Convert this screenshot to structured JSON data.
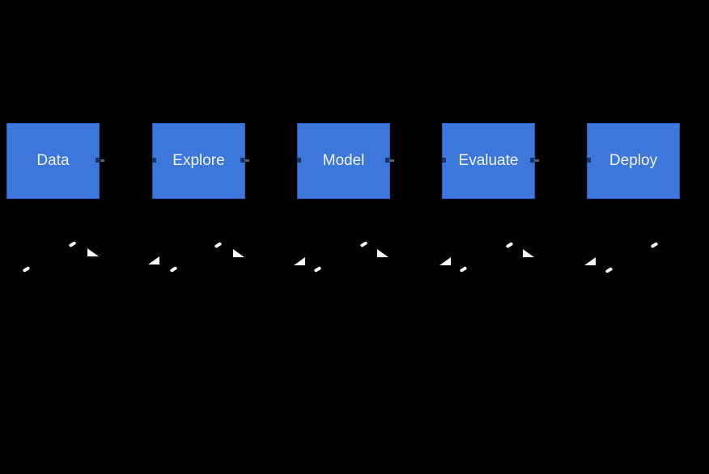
{
  "diagram": {
    "type": "flowchart",
    "direction": "left-to-right",
    "background_color": "#000000",
    "node_fill_color": "#3c78db",
    "node_border_color": "#2a5cb8",
    "node_text_color": "#f2f2f2",
    "arrowhead_color": "#fcfcfc",
    "nodes": [
      {
        "id": "data",
        "label": "Data"
      },
      {
        "id": "explore",
        "label": "Explore"
      },
      {
        "id": "model",
        "label": "Model"
      },
      {
        "id": "evaluate",
        "label": "Evaluate"
      },
      {
        "id": "deploy",
        "label": "Deploy"
      }
    ],
    "edges": [
      {
        "from": "Data",
        "to": "Explore"
      },
      {
        "from": "Explore",
        "to": "Model"
      },
      {
        "from": "Model",
        "to": "Evaluate"
      },
      {
        "from": "Evaluate",
        "to": "Deploy"
      },
      {
        "from": "Explore",
        "to": "Data",
        "style": "curved-below"
      },
      {
        "from": "Model",
        "to": "Explore",
        "style": "curved-below"
      },
      {
        "from": "Evaluate",
        "to": "Model",
        "style": "curved-below"
      },
      {
        "from": "Deploy",
        "to": "Evaluate",
        "style": "curved-below"
      }
    ]
  }
}
